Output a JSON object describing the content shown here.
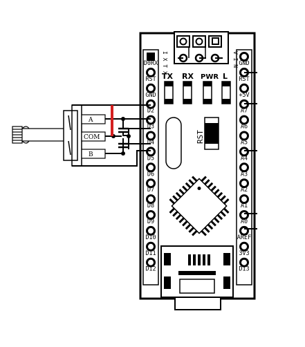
{
  "board": {
    "left_pins": [
      "D0RX",
      "RST",
      "GND",
      "D2",
      "D3",
      "D4",
      "D5",
      "D6",
      "D7",
      "D8",
      "D9",
      "D10",
      "D11",
      "D12"
    ],
    "right_pins": [
      "GND",
      "RST",
      "+5V",
      "A7",
      "A6",
      "A5",
      "A4",
      "A3",
      "A2",
      "A1",
      "A0",
      "AREF",
      "3V3",
      "D13"
    ],
    "top_labels": {
      "txi": "I X T X",
      "vin": "V I N"
    },
    "leds": [
      "TX",
      "RX",
      "PWR",
      "L"
    ],
    "rst_button_label": "RST"
  },
  "switch": {
    "terminals": [
      "A",
      "COM",
      "B"
    ]
  },
  "colors": {
    "line": "#000000",
    "jumper": "#d42020",
    "pin_hole": "#ffffff"
  }
}
